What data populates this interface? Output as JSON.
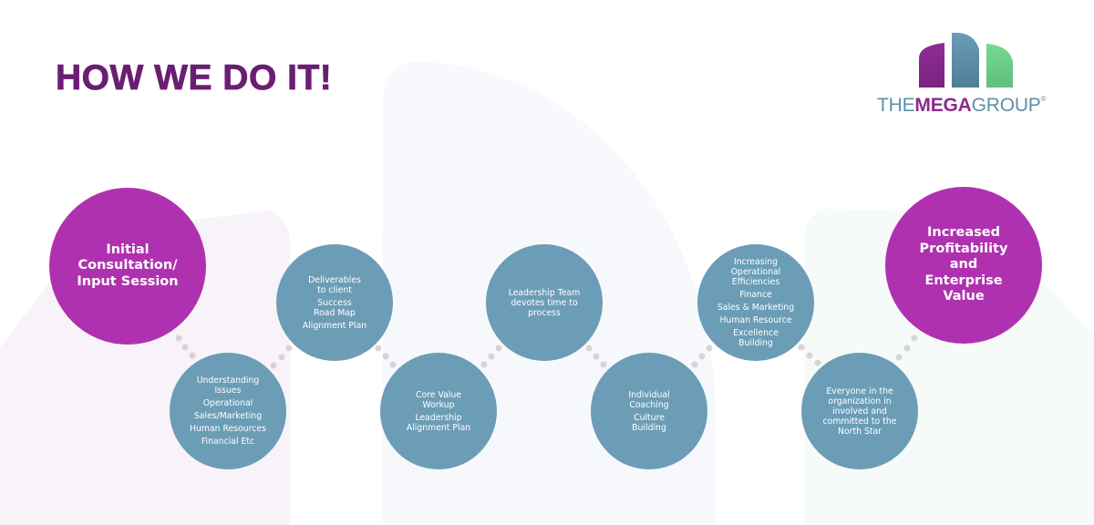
{
  "header": {
    "title": "HOW WE DO IT!"
  },
  "logo": {
    "prefix": "THE",
    "brand": "MEGA",
    "suffix": "GROUP",
    "registered": "®",
    "bar_colors": [
      "#8b2b8f",
      "#5f8fa8",
      "#6fcf8f"
    ]
  },
  "colors": {
    "title": "#6a1e72",
    "purple_node": "#b031b0",
    "blue_node": "#6c9db7",
    "connector_dot": "#d5d5d8"
  },
  "steps": [
    {
      "type": "purple",
      "groups": [
        "Initial",
        "Consultation/",
        "Input Session"
      ]
    },
    {
      "type": "blue",
      "groups": [
        "Understanding Issues",
        "Operational",
        "Sales/Marketing",
        "Human Resources",
        "Financial Etc"
      ]
    },
    {
      "type": "blue",
      "groups": [
        "Deliverables to client",
        "Success Road Map",
        "Alignment Plan"
      ]
    },
    {
      "type": "blue",
      "groups": [
        "Core Value Workup",
        "Leadership Alignment Plan"
      ]
    },
    {
      "type": "blue",
      "groups": [
        "Leadership Team devotes time to process"
      ]
    },
    {
      "type": "blue",
      "groups": [
        "Individual Coaching",
        "Culture Building"
      ]
    },
    {
      "type": "blue",
      "groups": [
        "Increasing Operational Efficiencies",
        "Finance",
        "Sales & Marketing",
        "Human Resource",
        "Excellence Building"
      ]
    },
    {
      "type": "blue",
      "groups": [
        "Everyone in the organization in involved and committed to the North Star"
      ]
    },
    {
      "type": "purple",
      "groups": [
        "Increased",
        "Profitability",
        "and",
        "Enterprise",
        "Value"
      ]
    }
  ]
}
